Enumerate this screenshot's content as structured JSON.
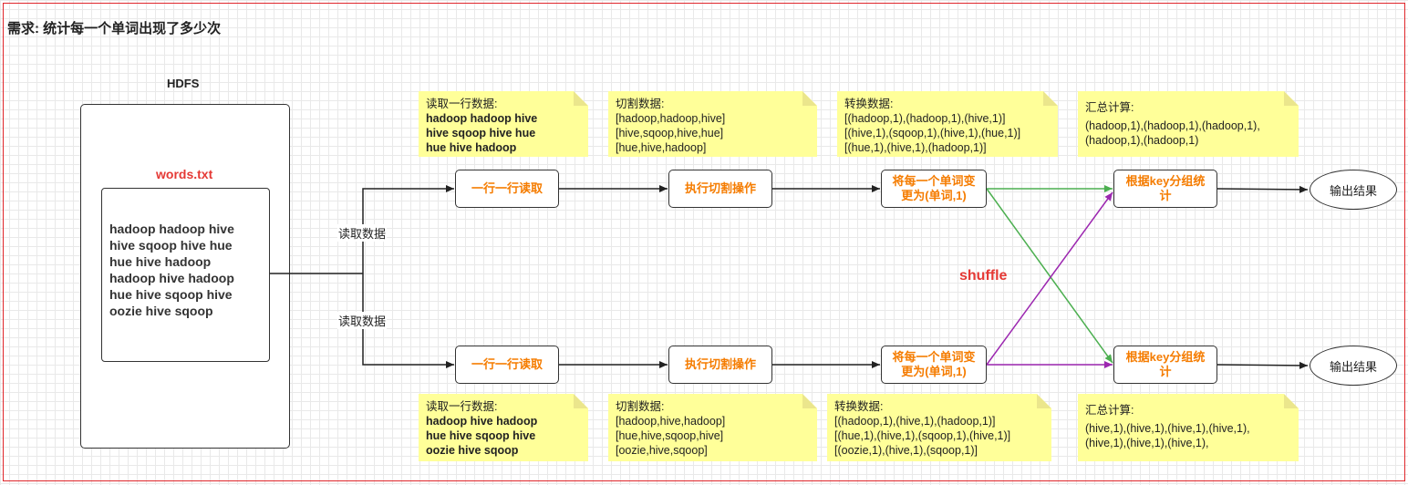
{
  "title": "需求: 统计每一个单词出现了多少次",
  "hdfs": {
    "label": "HDFS",
    "file_name": "words.txt",
    "lines": [
      "hadoop hadoop hive",
      "hive sqoop hive hue",
      "hue hive hadoop",
      "hadoop hive hadoop",
      "hue hive sqoop hive",
      "oozie hive sqoop"
    ]
  },
  "read_labels": {
    "top": "读取数据",
    "bottom": "读取数据"
  },
  "process_labels": {
    "read_line": "一行一行读取",
    "split": "执行切割操作",
    "convert_line1": "将每一个单词变",
    "convert_line2": "更为(单词,1)",
    "group_line1": "根据key分组统",
    "group_line2": "计",
    "output": "输出结果"
  },
  "shuffle_label": "shuffle",
  "notes_top": {
    "read": {
      "heading": "读取一行数据:",
      "lines": [
        "hadoop hadoop hive",
        "hive sqoop hive hue",
        "hue hive hadoop"
      ]
    },
    "split": {
      "heading": "切割数据:",
      "lines": [
        "[hadoop,hadoop,hive]",
        "[hive,sqoop,hive,hue]",
        "[hue,hive,hadoop]"
      ]
    },
    "convert": {
      "heading": "转换数据:",
      "lines": [
        "[(hadoop,1),(hadoop,1),(hive,1)]",
        "[(hive,1),(sqoop,1),(hive,1),(hue,1)]",
        "[(hue,1),(hive,1),(hadoop,1)]"
      ]
    },
    "summary": {
      "heading": "汇总计算:",
      "lines": [
        "(hadoop,1),(hadoop,1),(hadoop,1),",
        "(hadoop,1),(hadoop,1)"
      ]
    }
  },
  "notes_bottom": {
    "read": {
      "heading": "读取一行数据:",
      "lines": [
        "hadoop hive hadoop",
        "hue hive sqoop hive",
        "oozie hive sqoop"
      ]
    },
    "split": {
      "heading": "切割数据:",
      "lines": [
        "[hadoop,hive,hadoop]",
        "[hue,hive,sqoop,hive]",
        "[oozie,hive,sqoop]"
      ]
    },
    "convert": {
      "heading": "转换数据:",
      "lines": [
        "[(hadoop,1),(hive,1),(hadoop,1)]",
        "[(hue,1),(hive,1),(sqoop,1),(hive,1)]",
        "[(oozie,1),(hive,1),(sqoop,1)]"
      ]
    },
    "summary": {
      "heading": "汇总计算:",
      "lines": [
        "(hive,1),(hive,1),(hive,1),(hive,1),",
        "(hive,1),(hive,1),(hive,1),"
      ]
    }
  },
  "colors": {
    "frame": "#e0262b",
    "process_text": "#f57c00",
    "note_fill": "#ffff99",
    "shuffle_text": "#e53935",
    "green_arrow": "#4caf50",
    "purple_arrow": "#9c27b0"
  }
}
